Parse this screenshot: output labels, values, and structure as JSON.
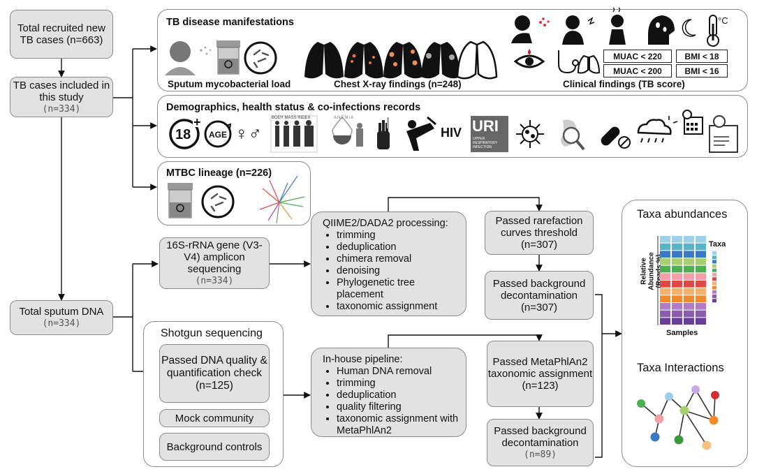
{
  "left": {
    "recruited": "Total recruited new TB cases (n=663)",
    "included": "TB cases included in this study",
    "included_n": "(n=334)",
    "dna": "Total sputum DNA",
    "dna_n": "(n=334)"
  },
  "panel_tb": {
    "title": "TB disease manifestations",
    "sputum_caption": "Sputum mycobacterial load",
    "xray_caption": "Chest X-ray findings (n=248)",
    "clinical_caption": "Clinical findings (TB score)",
    "muac1": "MUAC  < 220",
    "muac2": "MUAC  < 200",
    "bmi1": "BMI  < 18",
    "bmi2": "BMI  < 16",
    "thermo_unit": "°C"
  },
  "panel_demo": {
    "title": "Demographics, health status & co-infections records",
    "age_badge": "18",
    "age_plus": "+",
    "age_text": "AGE",
    "gender": "♀♂",
    "bmi_index": "BODY MASS INDEX",
    "anemia": "ANEMIA",
    "hiv": "HIV",
    "uri": "URI",
    "uri_sub": "UPPER RESPIRATORY INFECTION"
  },
  "panel_mtbc": {
    "title": "MTBC lineage (n=226)"
  },
  "amplicon": {
    "box": "16S-rRNA gene (V3-V4) amplicon sequencing",
    "n": "(n=334)",
    "qiime_title": "QIIME2/DADA2 processing:",
    "qiime_steps": [
      "trimming",
      "deduplication",
      "chimera removal",
      "denoising",
      "Phylogenetic tree placement",
      "taxonomic assignment"
    ],
    "rarefaction": "Passed rarefaction curves threshold (n=307)",
    "decontam": "Passed background decontamination (n=307)"
  },
  "shotgun": {
    "title": "Shotgun sequencing",
    "passed": "Passed DNA quality & quantification check (n=125)",
    "mock": "Mock community",
    "background": "Background controls",
    "pipeline_title": "In-house pipeline:",
    "pipeline_steps": [
      "Human DNA removal",
      "trimming",
      "deduplication",
      "quality filtering",
      "taxonomic assignment with MetaPhlAn2"
    ],
    "metaphlan": "Passed MetaPhlAn2 taxonomic assignment (n=123)",
    "decontam": "Passed background decontamination",
    "decontam_n": "(n=89)"
  },
  "right": {
    "abundances": "Taxa abundances",
    "ylabel": "Relative Abundance (Reads %)",
    "xlabel": "Samples",
    "legend": "Taxa",
    "interactions": "Taxa Interactions"
  },
  "colors": {
    "box_fill": "#e2e2e2",
    "border": "#8c8c8c",
    "purple": "#8a5cb0",
    "orange": "#f08a2c",
    "red": "#e04848",
    "blue": "#3c78c8",
    "teal": "#56b4c8",
    "green": "#4caf50"
  }
}
